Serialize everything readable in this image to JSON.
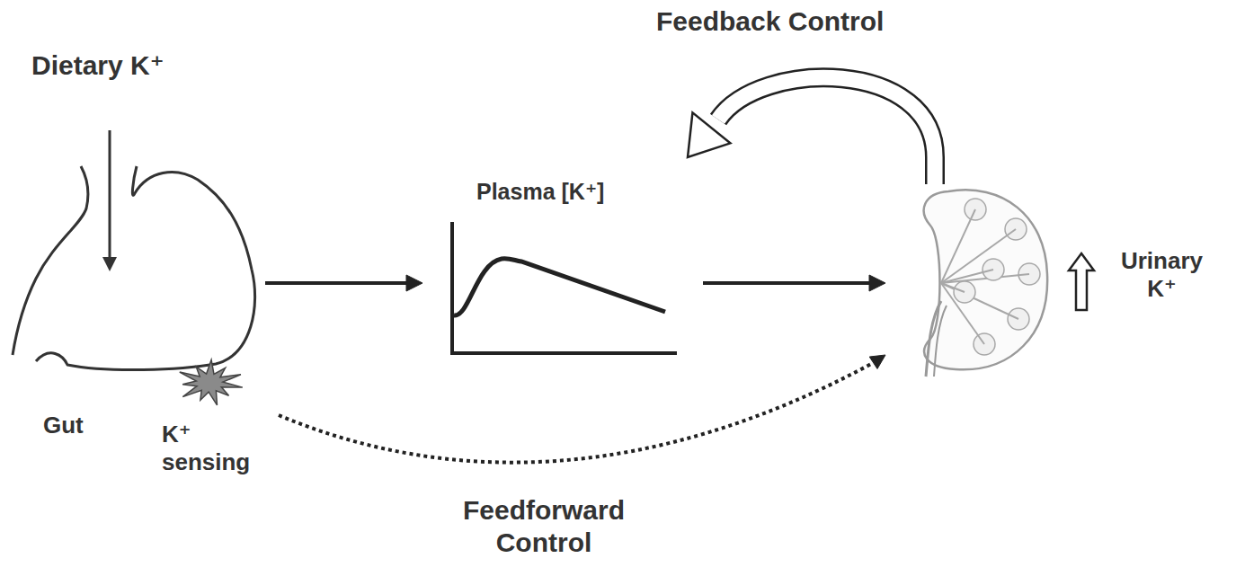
{
  "diagram": {
    "nodes": [
      {
        "text": [
          "Gut"
        ]
      },
      {
        "text": [
          "K⁺ sensing"
        ]
      },
      {
        "text": [
          "Plasma [K⁺]"
        ]
      },
      {
        "text": [
          "Urinary K⁺"
        ]
      }
    ],
    "edges": [
      {
        "from": 0,
        "to": 2,
        "arrow": "to"
      },
      {
        "from": 2,
        "to": 3,
        "arrow": "to"
      },
      {
        "from": 3,
        "to": 2,
        "label": "Feedback Control",
        "arrow": "to"
      },
      {
        "from": 1,
        "to": 3,
        "label": "Feedforward Control",
        "arrow": "to"
      }
    ],
    "labels": [
      "Dietary K⁺"
    ]
  }
}
